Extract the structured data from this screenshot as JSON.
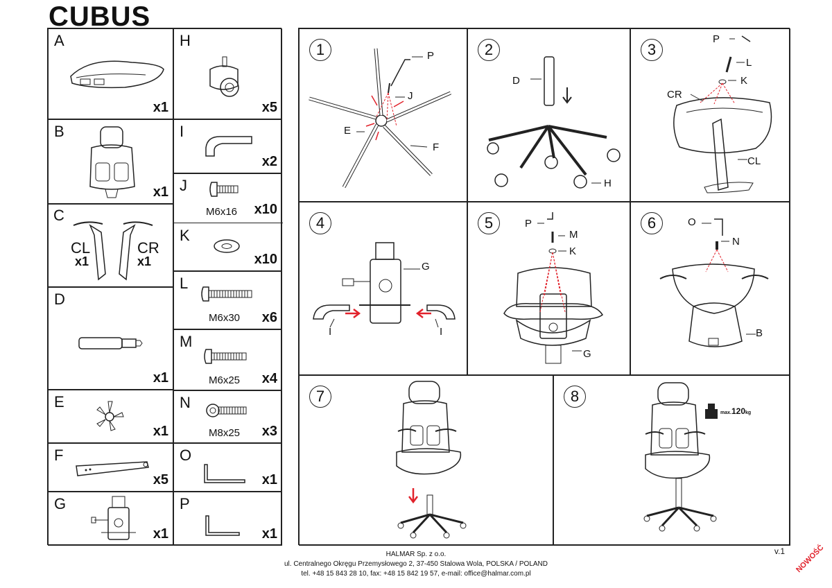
{
  "title": "CUBUS",
  "parts": [
    {
      "letter": "A",
      "qty": "x1"
    },
    {
      "letter": "B",
      "qty": "x1"
    },
    {
      "letter": "C",
      "labels": [
        "CL",
        "CR"
      ],
      "qtys": [
        "x1",
        "x1"
      ]
    },
    {
      "letter": "D",
      "qty": "x1"
    },
    {
      "letter": "E",
      "qty": "x1"
    },
    {
      "letter": "F",
      "qty": "x5"
    },
    {
      "letter": "G",
      "qty": "x1"
    },
    {
      "letter": "H",
      "qty": "x5"
    },
    {
      "letter": "I",
      "qty": "x2"
    },
    {
      "letter": "J",
      "spec": "M6x16",
      "qty": "x10"
    },
    {
      "letter": "K",
      "qty": "x10"
    },
    {
      "letter": "L",
      "spec": "M6x30",
      "qty": "x6"
    },
    {
      "letter": "M",
      "spec": "M6x25",
      "qty": "x4"
    },
    {
      "letter": "N",
      "spec": "M8x25",
      "qty": "x3"
    },
    {
      "letter": "O",
      "qty": "x1"
    },
    {
      "letter": "P",
      "qty": "x1"
    }
  ],
  "steps": [
    {
      "num": "1",
      "callouts": [
        "P",
        "J",
        "E",
        "F"
      ]
    },
    {
      "num": "2",
      "callouts": [
        "D",
        "H"
      ]
    },
    {
      "num": "3",
      "callouts": [
        "P",
        "L",
        "K",
        "CR",
        "CL"
      ]
    },
    {
      "num": "4",
      "callouts": [
        "G",
        "I",
        "I"
      ]
    },
    {
      "num": "5",
      "callouts": [
        "P",
        "M",
        "K",
        "G"
      ]
    },
    {
      "num": "6",
      "callouts": [
        "O",
        "N",
        "B"
      ]
    },
    {
      "num": "7",
      "callouts": []
    },
    {
      "num": "8",
      "weight": "max.",
      "weight_value": "120",
      "weight_unit": "kg"
    }
  ],
  "footer": {
    "company": "HALMAR Sp. z o.o.",
    "address": "ul. Centralnego Okręgu Przemysłowego 2, 37-450 Stalowa Wola, POLSKA / POLAND",
    "contact": "tel. +48 15 843 28 10, fax: +48 15 842 19 57, e-mail: office@halmar.com.pl"
  },
  "version": "v.1",
  "stamp": "NOWOŚĆ",
  "colors": {
    "line": "#222222",
    "accent": "#e1222b"
  }
}
